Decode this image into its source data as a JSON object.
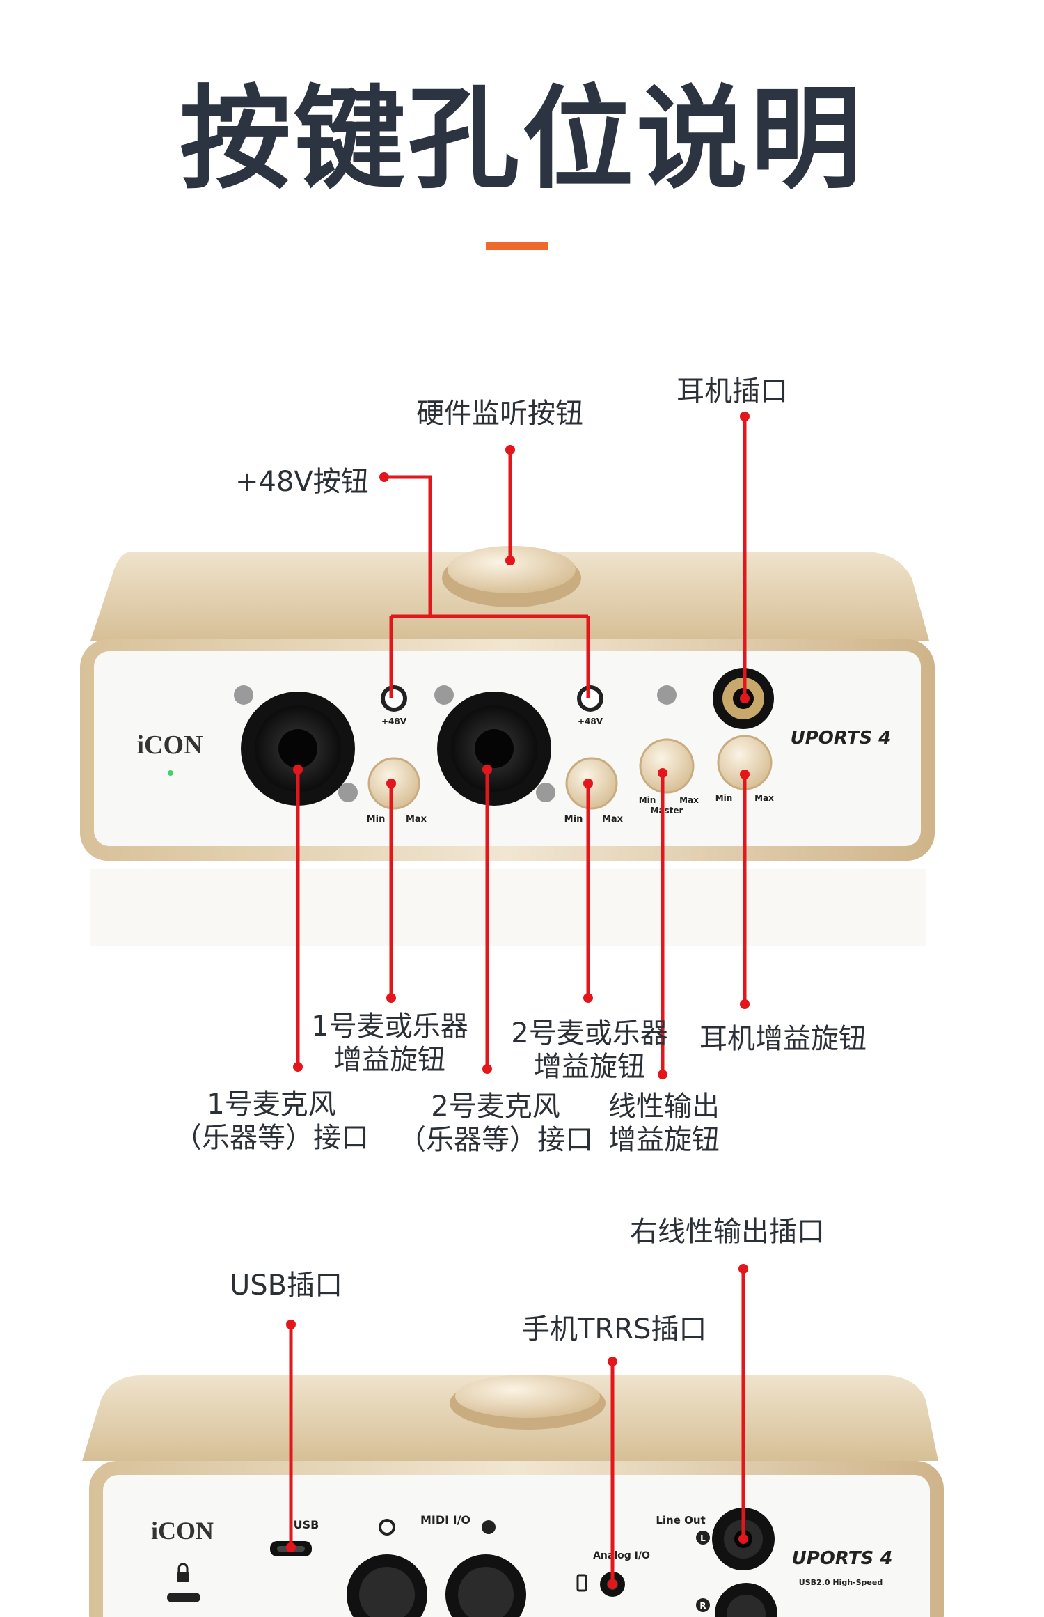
{
  "title": "按键孔位说明",
  "front": {
    "labels": {
      "headphone_jack": "耳机插口",
      "monitor_button": "硬件监听按钮",
      "phantom_button": "+48V按钮",
      "mic1_gain": [
        "1号麦或乐器",
        "增益旋钮"
      ],
      "mic2_gain": [
        "2号麦或乐器",
        "增益旋钮"
      ],
      "headphone_gain": "耳机增益旋钮",
      "mic1_input": [
        "1号麦克风",
        "（乐器等）接口"
      ],
      "mic2_input": [
        "2号麦克风",
        "（乐器等）接口"
      ],
      "line_out_gain": [
        "线性输出",
        "增益旋钮"
      ]
    },
    "panel": {
      "brand": "iCON",
      "model": "UPORTS 4",
      "phantom_text": "+48V",
      "knob_min": "Min",
      "knob_max": "Max",
      "master_text": "Master"
    }
  },
  "back": {
    "labels": {
      "right_line_out": "右线性输出插口",
      "usb_port": "USB插口",
      "trrs_port": "手机TRRS插口"
    },
    "panel": {
      "brand": "iCON",
      "usb_text": "USB",
      "midi_text": "MIDI I/O",
      "line_out_text": "Line Out",
      "analog_text": "Analog I/O",
      "model": "UPORTS 4",
      "model_sub": "USB2.0 High-Speed",
      "left_mark": "L",
      "right_mark": "R"
    }
  },
  "colors": {
    "accent": "#ee6a2c",
    "pointer": "#e3161b",
    "gold": "#d9c39d"
  }
}
